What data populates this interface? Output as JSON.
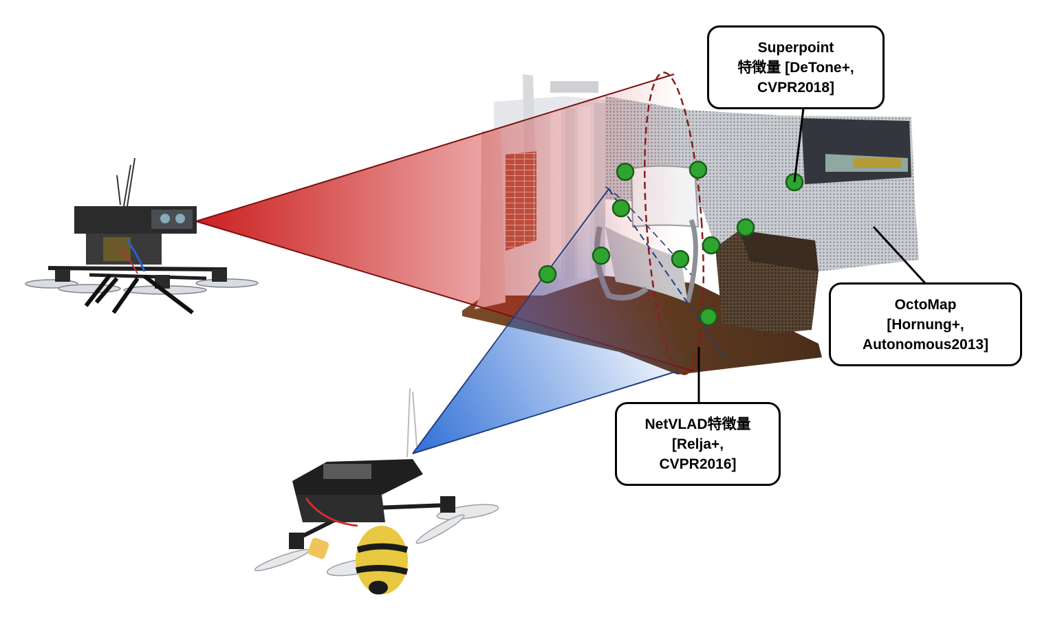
{
  "callouts": {
    "superpoint": {
      "lines": [
        "Superpoint",
        "特徴量 [DeTone+,",
        "CVPR2018]"
      ]
    },
    "octomap": {
      "lines": [
        "OctoMap",
        "[Hornung+,",
        "Autonomous2013]"
      ]
    },
    "netvlad": {
      "lines": [
        "NetVLAD特徴量",
        "[Relja+,",
        "CVPR2016]"
      ]
    }
  },
  "colors": {
    "red_frustum": "#cc2222",
    "blue_frustum": "#2f6fd6",
    "feature_point": "#2fa52f",
    "feature_point_outline": "#1a5c1a",
    "loop_ellipse": "#8b1a1a",
    "outline": "#000000"
  },
  "icons": [
    "large-drone-icon",
    "small-drone-icon",
    "point-cloud-room-icon",
    "feature-point-icon"
  ]
}
